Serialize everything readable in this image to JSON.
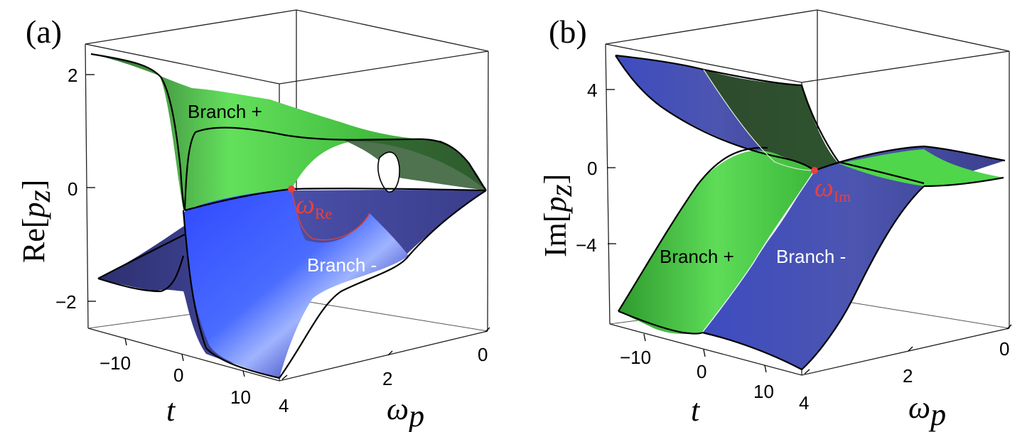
{
  "chart_data": [
    {
      "panel": "(a)",
      "type": "surface3d",
      "ylabel_main": "Re",
      "ylabel_var": "p",
      "ylabel_sub": "z",
      "xlabel": "t",
      "wlabel_main": "ω",
      "wlabel_sub": "p",
      "z_ticks": [
        "2",
        "0",
        "−2"
      ],
      "t_ticks": [
        "−10",
        "0",
        "10"
      ],
      "w_ticks": [
        "4",
        "2",
        "0"
      ],
      "z_range": [
        -2.6,
        2.5
      ],
      "t_range": [
        -15,
        15
      ],
      "w_range": [
        0,
        4
      ],
      "branches": [
        "Branch +",
        "Branch -"
      ],
      "point_label_main": "ω",
      "point_label_sub": "Re",
      "colors": {
        "branch_plus": "#4fd64a",
        "branch_minus": "#3a3fa8",
        "point": "#e8413e"
      }
    },
    {
      "panel": "(b)",
      "type": "surface3d",
      "ylabel_main": "Im",
      "ylabel_var": "p",
      "ylabel_sub": "z",
      "xlabel": "t",
      "wlabel_main": "ω",
      "wlabel_sub": "p",
      "z_ticks": [
        "4",
        "0",
        "−4"
      ],
      "t_ticks": [
        "−10",
        "0",
        "10"
      ],
      "w_ticks": [
        "4",
        "2",
        "0"
      ],
      "z_range": [
        -8,
        6
      ],
      "t_range": [
        -15,
        15
      ],
      "w_range": [
        0,
        4
      ],
      "branches": [
        "Branch +",
        "Branch -"
      ],
      "point_label_main": "ω",
      "point_label_sub": "Im",
      "colors": {
        "branch_plus": "#4fd64a",
        "branch_minus": "#3a3fa8",
        "point": "#e8413e"
      }
    }
  ]
}
